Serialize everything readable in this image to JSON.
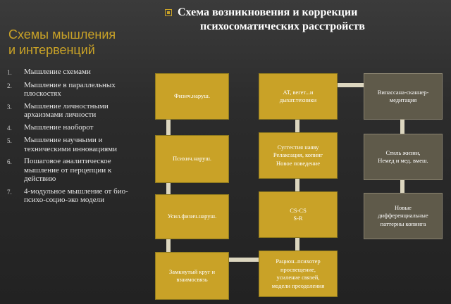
{
  "left_title": [
    "Схемы мышления",
    "и интервенций"
  ],
  "thinking_list": [
    {
      "num": "1.",
      "lines": [
        "Мышление схемами"
      ]
    },
    {
      "num": "2.",
      "lines": [
        "Мышление в параллельных",
        "плоскостях"
      ]
    },
    {
      "num": "3.",
      "lines": [
        "Мышление  личностными",
        "архаизмами  личности"
      ]
    },
    {
      "num": "4.",
      "lines": [
        "Мышление наоборот"
      ]
    },
    {
      "num": "5.",
      "lines": [
        "Мышление научными и",
        "техническими инновациями"
      ]
    },
    {
      "num": "6.",
      "lines": [
        "Пошаговое  аналитическое",
        "мышление  от перцепции к",
        "действию"
      ]
    },
    {
      "num": "7.",
      "lines": [
        "4-модульное мышление от био-",
        "психо-социо-эко модели"
      ]
    }
  ],
  "diagram_title": [
    "Схема возникновения и коррекции",
    "психосоматических расстройств"
  ],
  "nodes": {
    "a1": [
      "Физич.наруш."
    ],
    "a2": [
      "Психич.наруш."
    ],
    "a3": [
      "Усил.физич.наруш."
    ],
    "a4": [
      "Замкнутый круг и",
      "взаимосвязь"
    ],
    "b1": [
      "AT,  вегет...и",
      "дыхат.техники"
    ],
    "b2": [
      "Суггестия наяву",
      "Релаксация, копинг",
      "Новое поведение"
    ],
    "b3": [
      "CS-CS",
      "S-R"
    ],
    "b4": [
      "Рацион..психотер",
      "просвещение,",
      "усиление связей,",
      "модели преодоления"
    ],
    "c1": [
      "Випассана-сканнер-",
      "медитация"
    ],
    "c2": [
      "Стиль жизни,",
      "Немед  и  мед. вмеш."
    ],
    "c3": [
      "Новые",
      "дифференциальные",
      "паттерны копинга"
    ]
  }
}
